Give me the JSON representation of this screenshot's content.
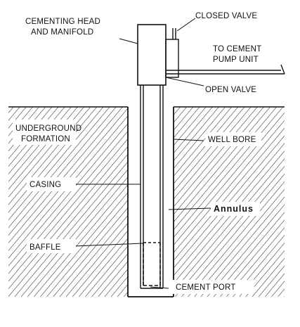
{
  "labels": {
    "cementing_head_line1": "CEMENTING HEAD",
    "cementing_head_line2": "AND MANIFOLD",
    "closed_valve": "CLOSED VALVE",
    "to_cement_line1": "TO CEMENT",
    "to_cement_line2": "PUMP UNIT",
    "open_valve": "OPEN VALVE",
    "underground_line1": "UNDERGROUND",
    "underground_line2": "FORMATION",
    "well_bore": "WELL BORE",
    "casing": "CASING",
    "annulus": "Annulus",
    "baffle": "BAFFLE",
    "cement_port": "CEMENT PORT"
  },
  "colors": {
    "ink": "#111111",
    "paper": "#ffffff",
    "hatch": "#2a2a2a"
  }
}
